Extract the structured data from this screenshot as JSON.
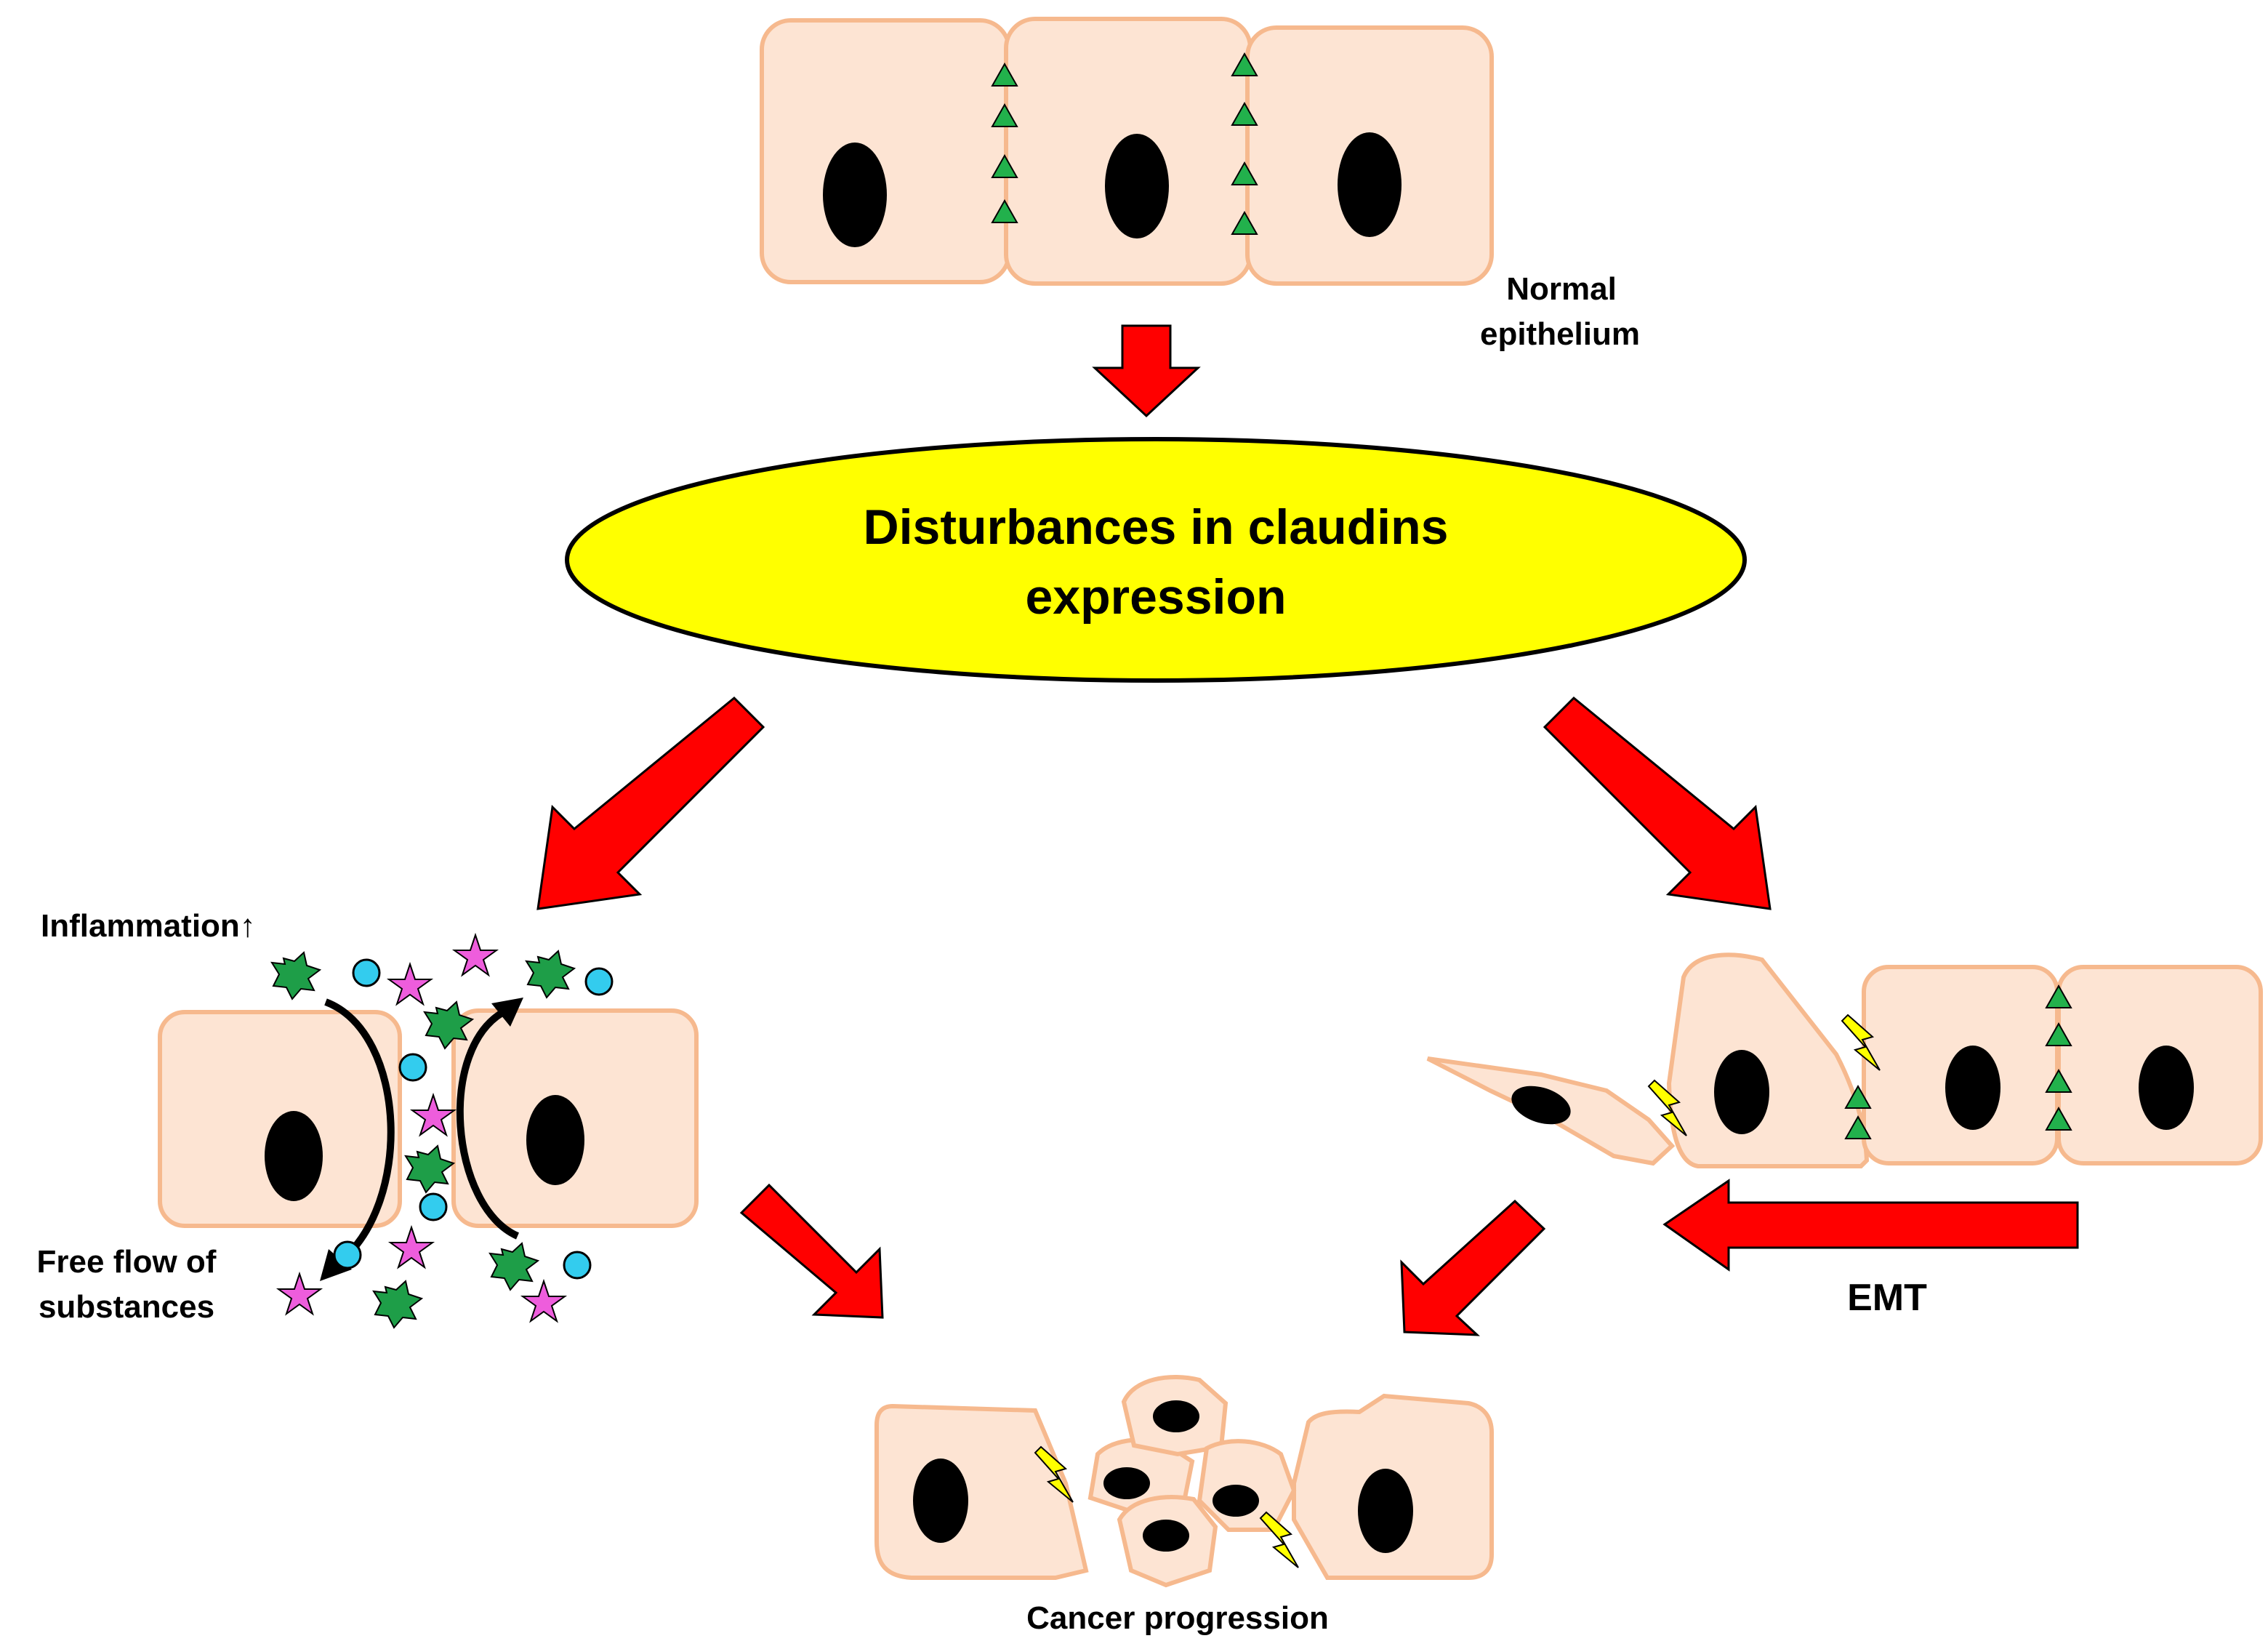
{
  "labels": {
    "normal_line1": "Normal",
    "normal_line2": "epithelium",
    "disturb_line1": "Disturbances in claudins",
    "disturb_line2": "expression",
    "inflammation": "Inflammation↑",
    "free_flow_line1": "Free flow of",
    "free_flow_line2": "substances",
    "emt": "EMT",
    "cancer": "Cancer progression"
  },
  "colors": {
    "cell_fill": "#fde4d3",
    "cell_border": "#f6b98e",
    "nucleus": "#000000",
    "tight_junction": "#22b14c",
    "arrow": "#ff0000",
    "ellipse": "#ffff00",
    "lightning": "#ffff00",
    "star": "#ee5ddc",
    "burst": "#1e9e48",
    "dot": "#33ccee"
  },
  "icons": [
    "tight-junction-triangle",
    "lightning-bolt-icon",
    "star-icon",
    "burst-icon",
    "dot-icon",
    "arrow"
  ]
}
